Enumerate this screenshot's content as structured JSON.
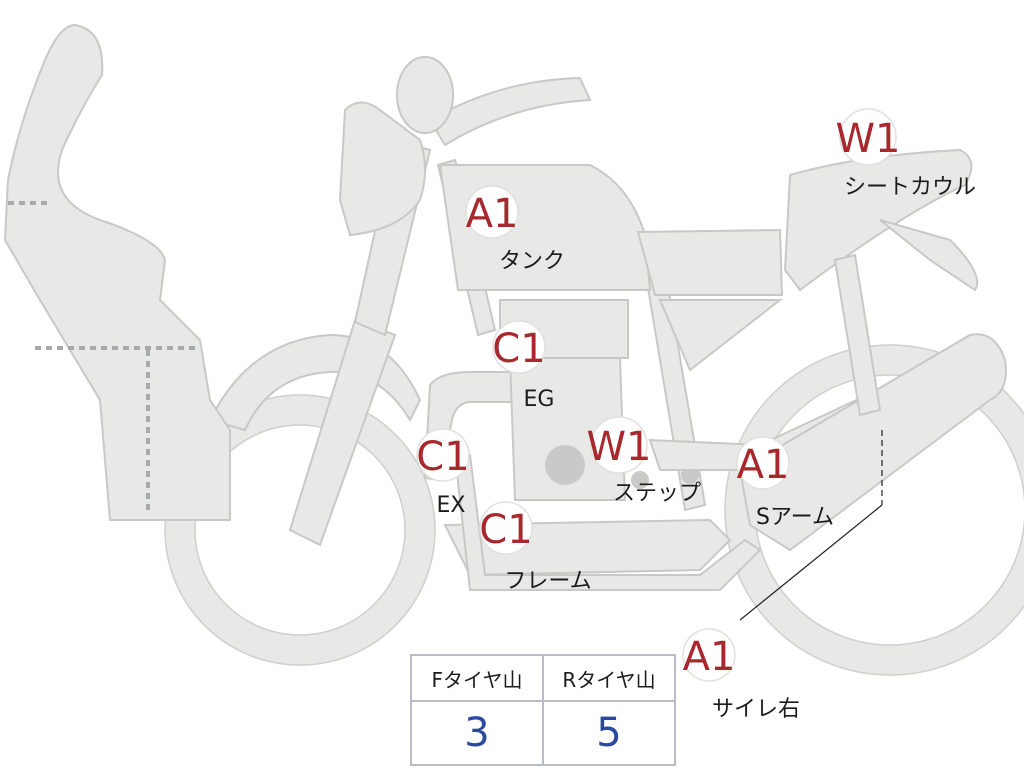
{
  "parts": [
    {
      "id": "tank",
      "grade": "A1",
      "label": "タンク"
    },
    {
      "id": "seat-cowl",
      "grade": "W1",
      "label": "シートカウル"
    },
    {
      "id": "engine",
      "grade": "C1",
      "label": "EG"
    },
    {
      "id": "exhaust",
      "grade": "C1",
      "label": "EX"
    },
    {
      "id": "step",
      "grade": "W1",
      "label": "ステップ"
    },
    {
      "id": "swing-arm",
      "grade": "A1",
      "label": "Sアーム"
    },
    {
      "id": "frame",
      "grade": "C1",
      "label": "フレーム"
    },
    {
      "id": "muffler-right",
      "grade": "A1",
      "label": "サイレ右"
    }
  ],
  "tire_table": {
    "headers": [
      "Fタイヤ山",
      "Rタイヤ山"
    ],
    "values": [
      "3",
      "5"
    ]
  },
  "colors": {
    "grade": "#a7282d",
    "tire_value": "#2b48a0",
    "body": "#e8e8e6"
  }
}
